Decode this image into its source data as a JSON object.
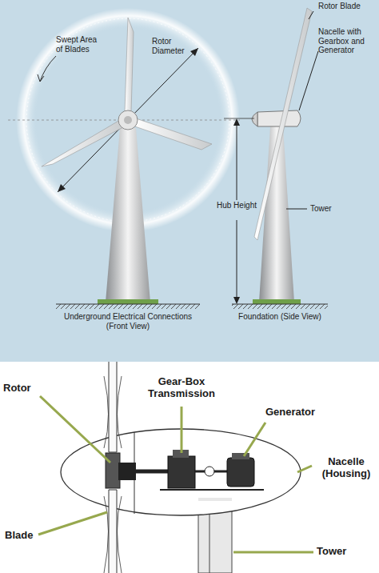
{
  "diagram": {
    "labels": [
      "Swept Area of Blades",
      "Rotor Diameter",
      "Rotor Blade",
      "Nacelle with Gearbox and Generator",
      "Hub Height",
      "Tower",
      "Underground Electrical Connections (Front View)",
      "Foundation (Side View)",
      "Rotor",
      "Gear-Box Transmission",
      "Generator",
      "Nacelle (Housing)",
      "Blade",
      "Tower"
    ]
  }
}
